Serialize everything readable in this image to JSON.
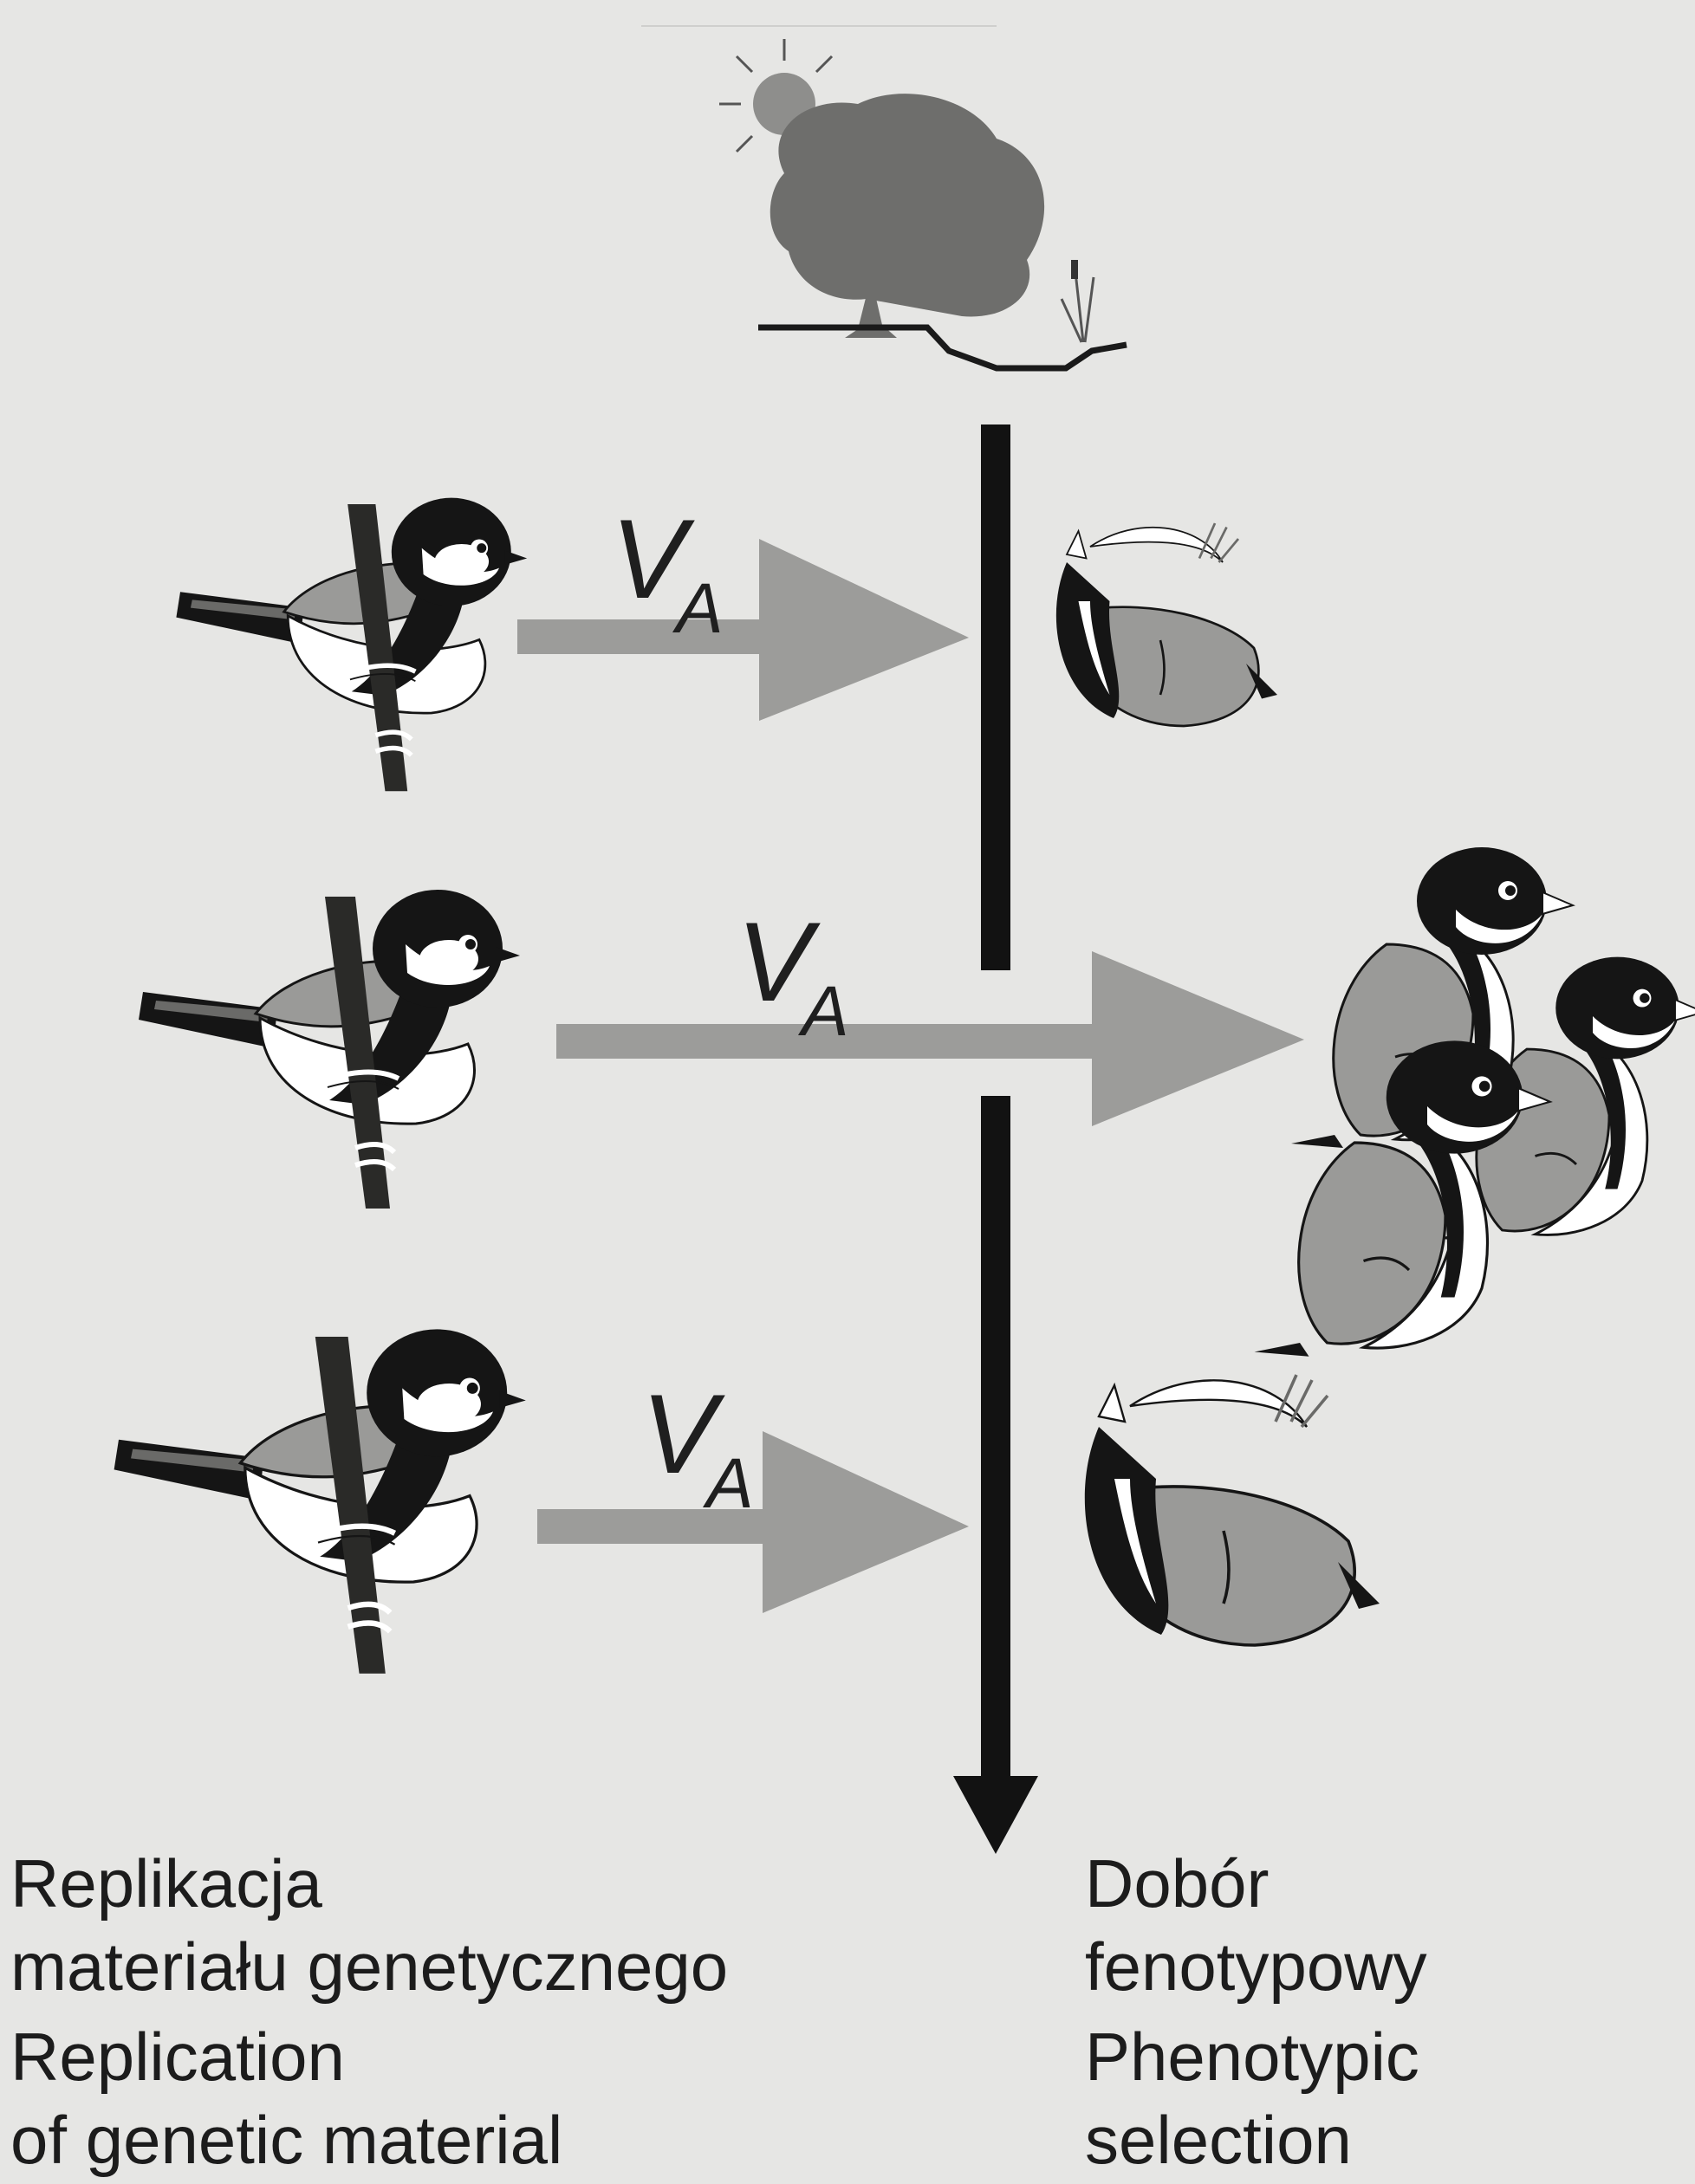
{
  "labels": {
    "additive_variance": "V",
    "additive_variance_subscript": "A"
  },
  "captions": {
    "left_pl_line1": "Replikacja",
    "left_pl_line2": "materiału genetycznego",
    "left_en_line1": "Replication",
    "left_en_line2": "of genetic material",
    "right_pl_line1": "Dobór",
    "right_pl_line2": "fenotypowy",
    "right_en_line1": "Phenotypic",
    "right_en_line2": "selection"
  },
  "colors": {
    "background": "#e6e6e4",
    "arrow_gray": "#9c9c9a",
    "line_black": "#121212",
    "tree": "#6e6e6c",
    "sun": "#8e8e8c",
    "bird_wing": "#9a9a98",
    "bird_black": "#151515"
  }
}
